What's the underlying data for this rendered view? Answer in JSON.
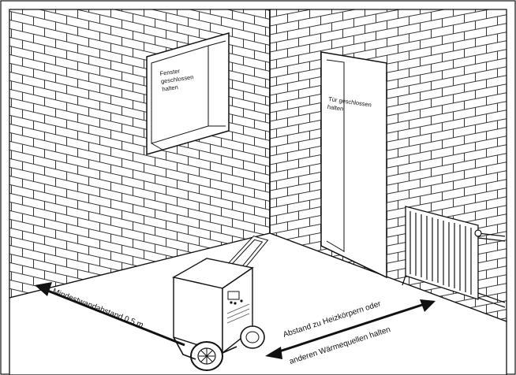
{
  "labels": {
    "window_note": [
      "Fenster",
      "geschlossen",
      "halten"
    ],
    "door_note": [
      "Tür geschlossen",
      "halten"
    ],
    "min_wall_distance": "Mindestwandabstand 0,5 m",
    "heater_distance_line1": "Abstand zu Heizkörpern oder",
    "heater_distance_line2": "anderen Wärmequellen halten"
  },
  "colors": {
    "line": "#111111",
    "background": "#ffffff"
  }
}
